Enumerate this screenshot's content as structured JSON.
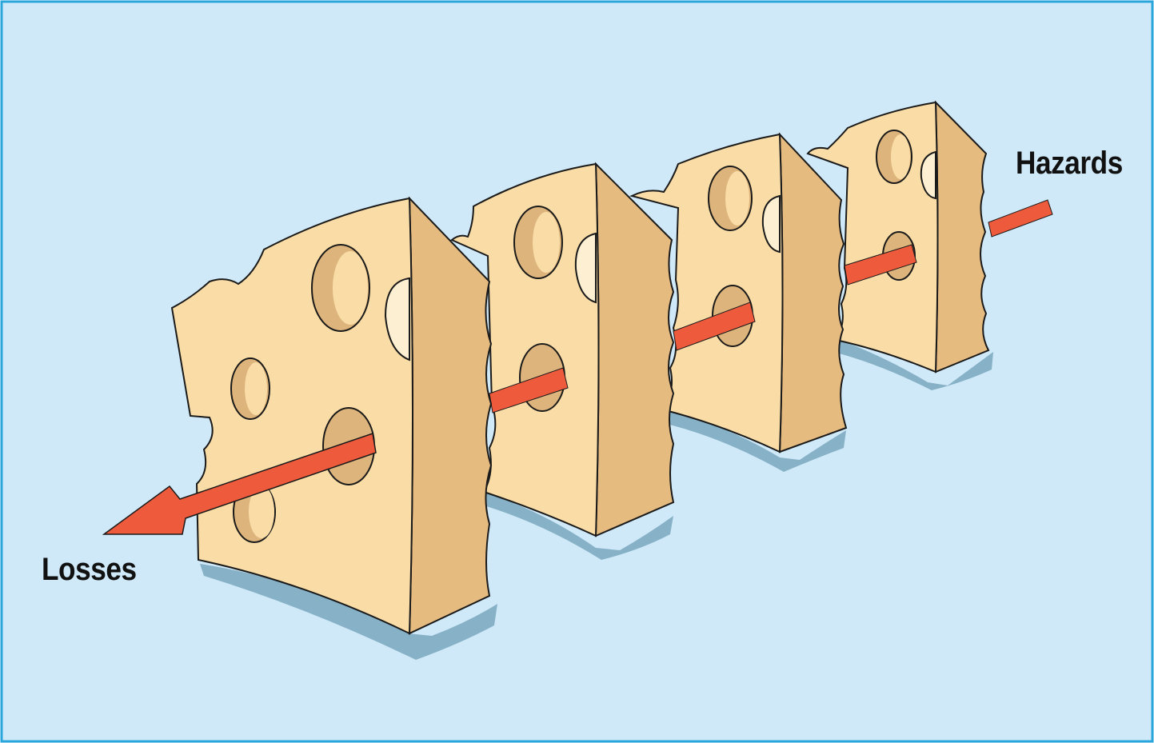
{
  "labels": {
    "hazards": "Hazards",
    "losses": "Losses"
  },
  "colors": {
    "background": "#cfe9f8",
    "frame": "#2aa6dc",
    "cheese_face": "#f9dca6",
    "cheese_side": "#e6bb80",
    "hole_inside": "#ddb47b",
    "hole_lit": "#fcefd2",
    "arrow": "#ee5a3c",
    "shadow": "#86b1c7",
    "outline": "#1a1a1a"
  },
  "diagram": {
    "slice_count": 4
  }
}
